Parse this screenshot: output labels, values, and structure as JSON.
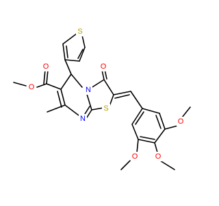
{
  "colors": {
    "bond": "#000000",
    "oxygen": "#ff0000",
    "sulfur": "#b3a300",
    "nitrogen": "#0000ff",
    "background": "#ffffff"
  },
  "atoms": {
    "S_thiophene": "S",
    "O_ketone": "O",
    "O_ester_carbonyl": "O",
    "O_ester_ether": "O",
    "N_bridge": "N",
    "N_ring": "N",
    "S_thiazole": "S",
    "O_methoxy_top": "O",
    "O_methoxy_mid": "O",
    "O_methoxy_bottom": "O"
  }
}
